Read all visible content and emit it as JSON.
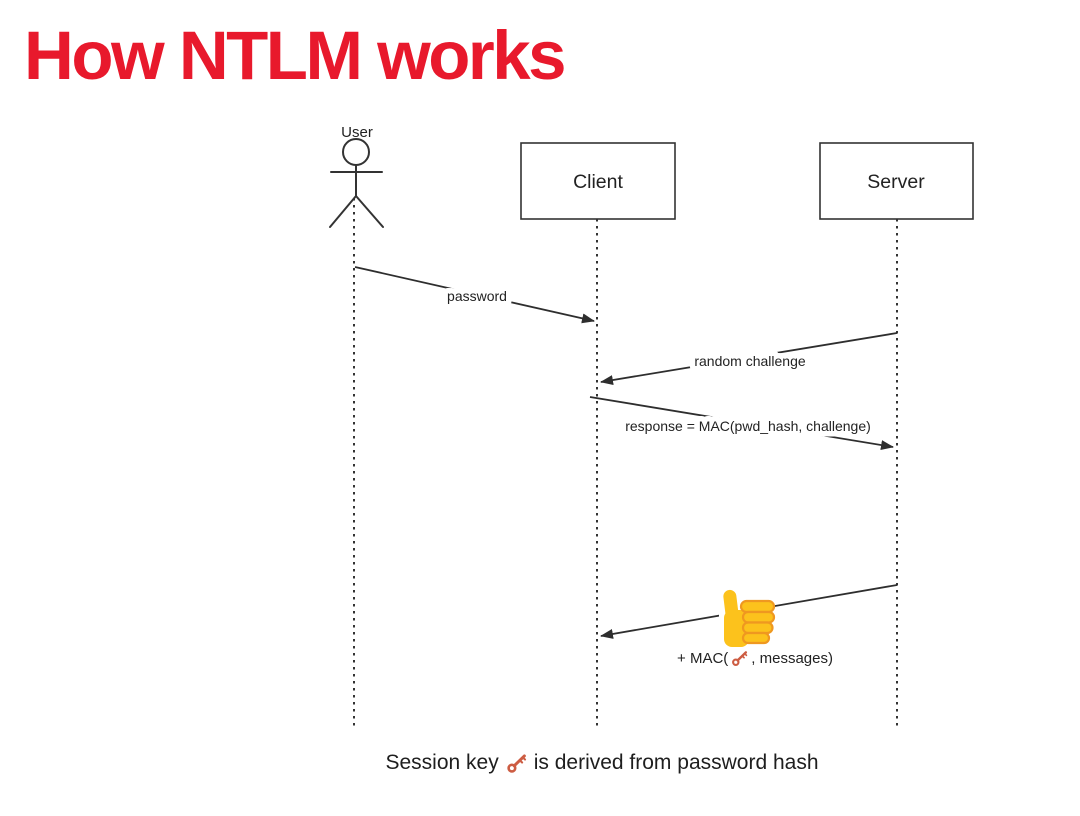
{
  "title": "How NTLM works",
  "colors": {
    "title_red": "#e8192c",
    "diagram_line": "#333333",
    "thumb_yellow": "#fcc21c",
    "thumb_outline": "#ef9820",
    "key_orange": "#cd5d43"
  },
  "diagram": {
    "type": "sequence-diagram",
    "actors": {
      "user_label": "User",
      "client_label": "Client",
      "server_label": "Server"
    },
    "messages": [
      {
        "from": "User",
        "to": "Client",
        "label": "password"
      },
      {
        "from": "Server",
        "to": "Client",
        "label": "random challenge"
      },
      {
        "from": "Client",
        "to": "Server",
        "label": "response = MAC(pwd_hash, challenge)"
      },
      {
        "from": "Server",
        "to": "Client",
        "icon": "thumbs-up-icon",
        "label_prefix": "+ MAC(",
        "label_icon": "key-icon",
        "label_suffix": ", messages)"
      }
    ],
    "caption": {
      "prefix": "Session key",
      "icon": "key-icon",
      "suffix": "is derived from password hash"
    }
  }
}
